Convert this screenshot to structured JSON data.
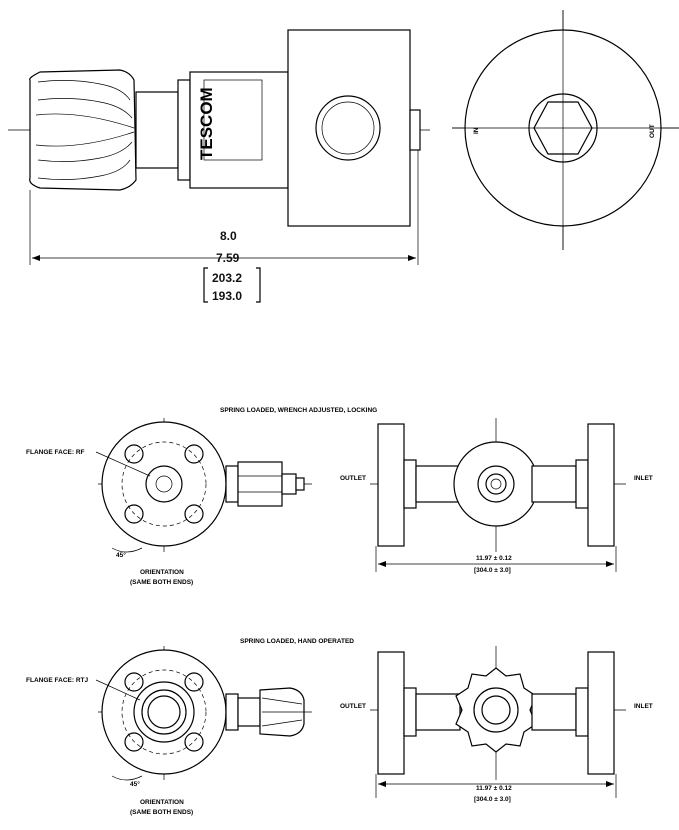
{
  "top_view": {
    "brand": "TESCOM",
    "dim_in_1": "8.0",
    "dim_in_2": "7.59",
    "dim_mm_1": "203.2",
    "dim_mm_2": "193.0",
    "port_in": "IN",
    "port_out": "OUT"
  },
  "section_wrench": {
    "title": "SPRING LOADED, WRENCH ADJUSTED, LOCKING",
    "flange_face": "FLANGE FACE: RF",
    "angle": "45°",
    "orientation_1": "ORIENTATION",
    "orientation_2": "(SAME BOTH ENDS)",
    "outlet": "OUTLET",
    "inlet": "INLET",
    "dim_in": "11.97 ± 0.12",
    "dim_mm": "[304.0 ± 3.0]"
  },
  "section_hand": {
    "title": "SPRING LOADED, HAND OPERATED",
    "flange_face": "FLANGE FACE: RTJ",
    "angle": "45°",
    "orientation_1": "ORIENTATION",
    "orientation_2": "(SAME BOTH ENDS)",
    "outlet": "OUTLET",
    "inlet": "INLET",
    "dim_in": "11.97 ± 0.12",
    "dim_mm": "[304.0 ± 3.0]"
  }
}
